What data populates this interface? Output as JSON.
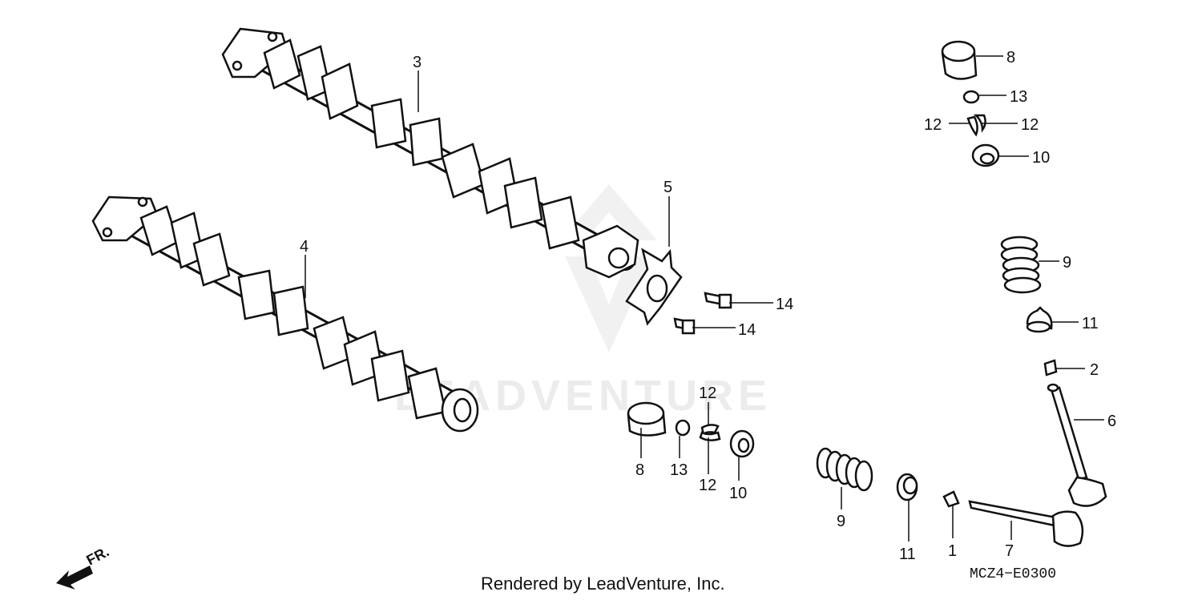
{
  "watermark": "LEADVENTURE",
  "credit": "Rendered by LeadVenture, Inc.",
  "diagram_code": "MCZ4−E0300",
  "front_marker": "FR.",
  "callouts": {
    "c1": "1",
    "c2": "2",
    "c3": "3",
    "c4": "4",
    "c5": "5",
    "c6": "6",
    "c7": "7",
    "c8a": "8",
    "c8b": "8",
    "c9a": "9",
    "c9b": "9",
    "c10a": "10",
    "c10b": "10",
    "c11a": "11",
    "c11b": "11",
    "c12a": "12",
    "c12b": "12",
    "c12c": "12",
    "c12d": "12",
    "c13a": "13",
    "c13b": "13",
    "c14a": "14",
    "c14b": "14"
  }
}
